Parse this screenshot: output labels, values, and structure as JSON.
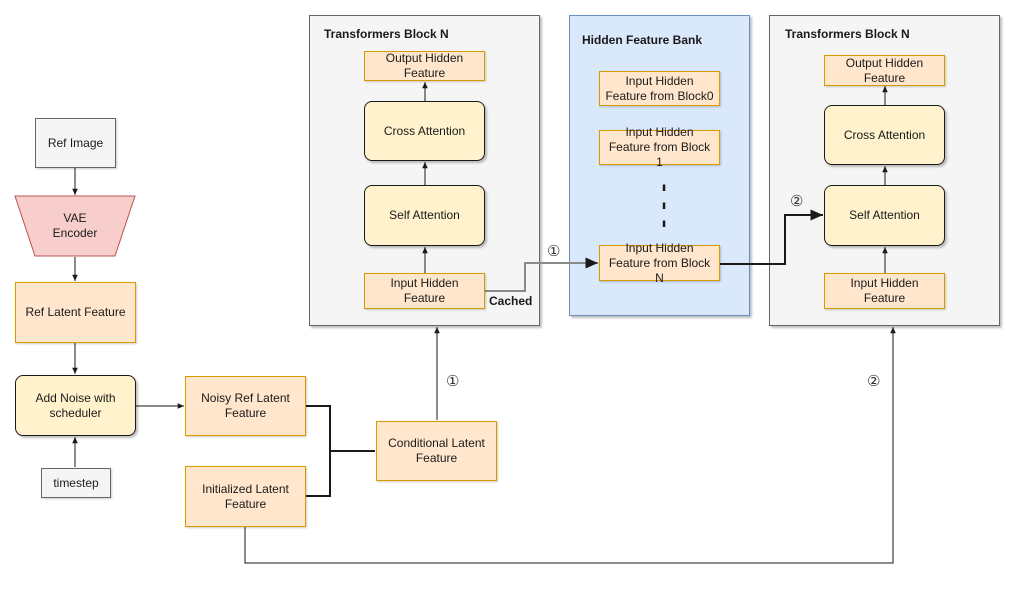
{
  "ref_image": "Ref Image",
  "vae_encoder": "VAE\nEncoder",
  "ref_latent": "Ref Latent Feature",
  "add_noise": "Add Noise with scheduler",
  "timestep": "timestep",
  "noisy_ref": "Noisy Ref Latent Feature",
  "init_latent": "Initialized Latent Feature",
  "cond_latent": "Conditional Latent Feature",
  "left_block": {
    "title": "Transformers Block N",
    "output": "Output Hidden Feature",
    "cross": "Cross Attention",
    "self": "Self Attention",
    "input": "Input Hidden Feature",
    "cached": "Cached"
  },
  "bank": {
    "title": "Hidden Feature Bank",
    "item0": "Input Hidden Feature from Block0",
    "item1": "Input Hidden Feature from Block 1",
    "ellipsis": "⋮",
    "itemN": "Input Hidden Feature from Block N"
  },
  "right_block": {
    "title": "Transformers Block N",
    "output": "Output Hidden Feature",
    "cross": "Cross Attention",
    "self": "Self Attention",
    "input": "Input Hidden Feature"
  },
  "step1": "①",
  "step2": "②",
  "colors": {
    "orange_fill": "#ffe6cc",
    "orange_border": "#d79b00",
    "yellow_fill": "#fff2cc",
    "pink_fill": "#f8cecc",
    "pink_border": "#b85450",
    "blue_fill": "#dae8fc",
    "blue_border": "#6c8ebf",
    "gray_fill": "#f5f5f5"
  }
}
